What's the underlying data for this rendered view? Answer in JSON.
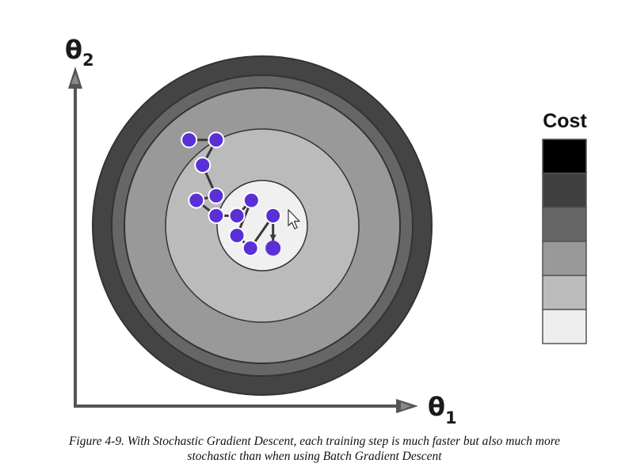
{
  "axes": {
    "x_label": "θ",
    "x_subscript": "1",
    "y_label": "θ",
    "y_subscript": "2"
  },
  "legend": {
    "title": "Cost",
    "levels": [
      "#000000",
      "#404040",
      "#666666",
      "#999999",
      "#bbbbbb",
      "#eeeeee"
    ]
  },
  "contours": {
    "fills": [
      "#444444",
      "#666666",
      "#999999",
      "#bbbbbb",
      "#f0f0f0"
    ],
    "border_color": "#333333"
  },
  "path": {
    "point_color": "#5a2fd6",
    "line_color": "#3a3a3a",
    "points": [
      [
        -0.81,
        -0.95
      ],
      [
        -0.51,
        -0.95
      ],
      [
        -0.66,
        -0.67
      ],
      [
        -0.51,
        -0.33
      ],
      [
        -0.73,
        -0.28
      ],
      [
        -0.51,
        -0.11
      ],
      [
        -0.28,
        -0.11
      ],
      [
        -0.12,
        -0.28
      ],
      [
        -0.28,
        0.11
      ],
      [
        -0.13,
        0.25
      ],
      [
        0.12,
        -0.11
      ],
      [
        0.12,
        0.25
      ]
    ]
  },
  "caption": {
    "line1": "Figure 4-9. With Stochastic Gradient Descent, each training step is much faster but also much more",
    "line2": "stochastic than when using Batch Gradient Descent"
  }
}
